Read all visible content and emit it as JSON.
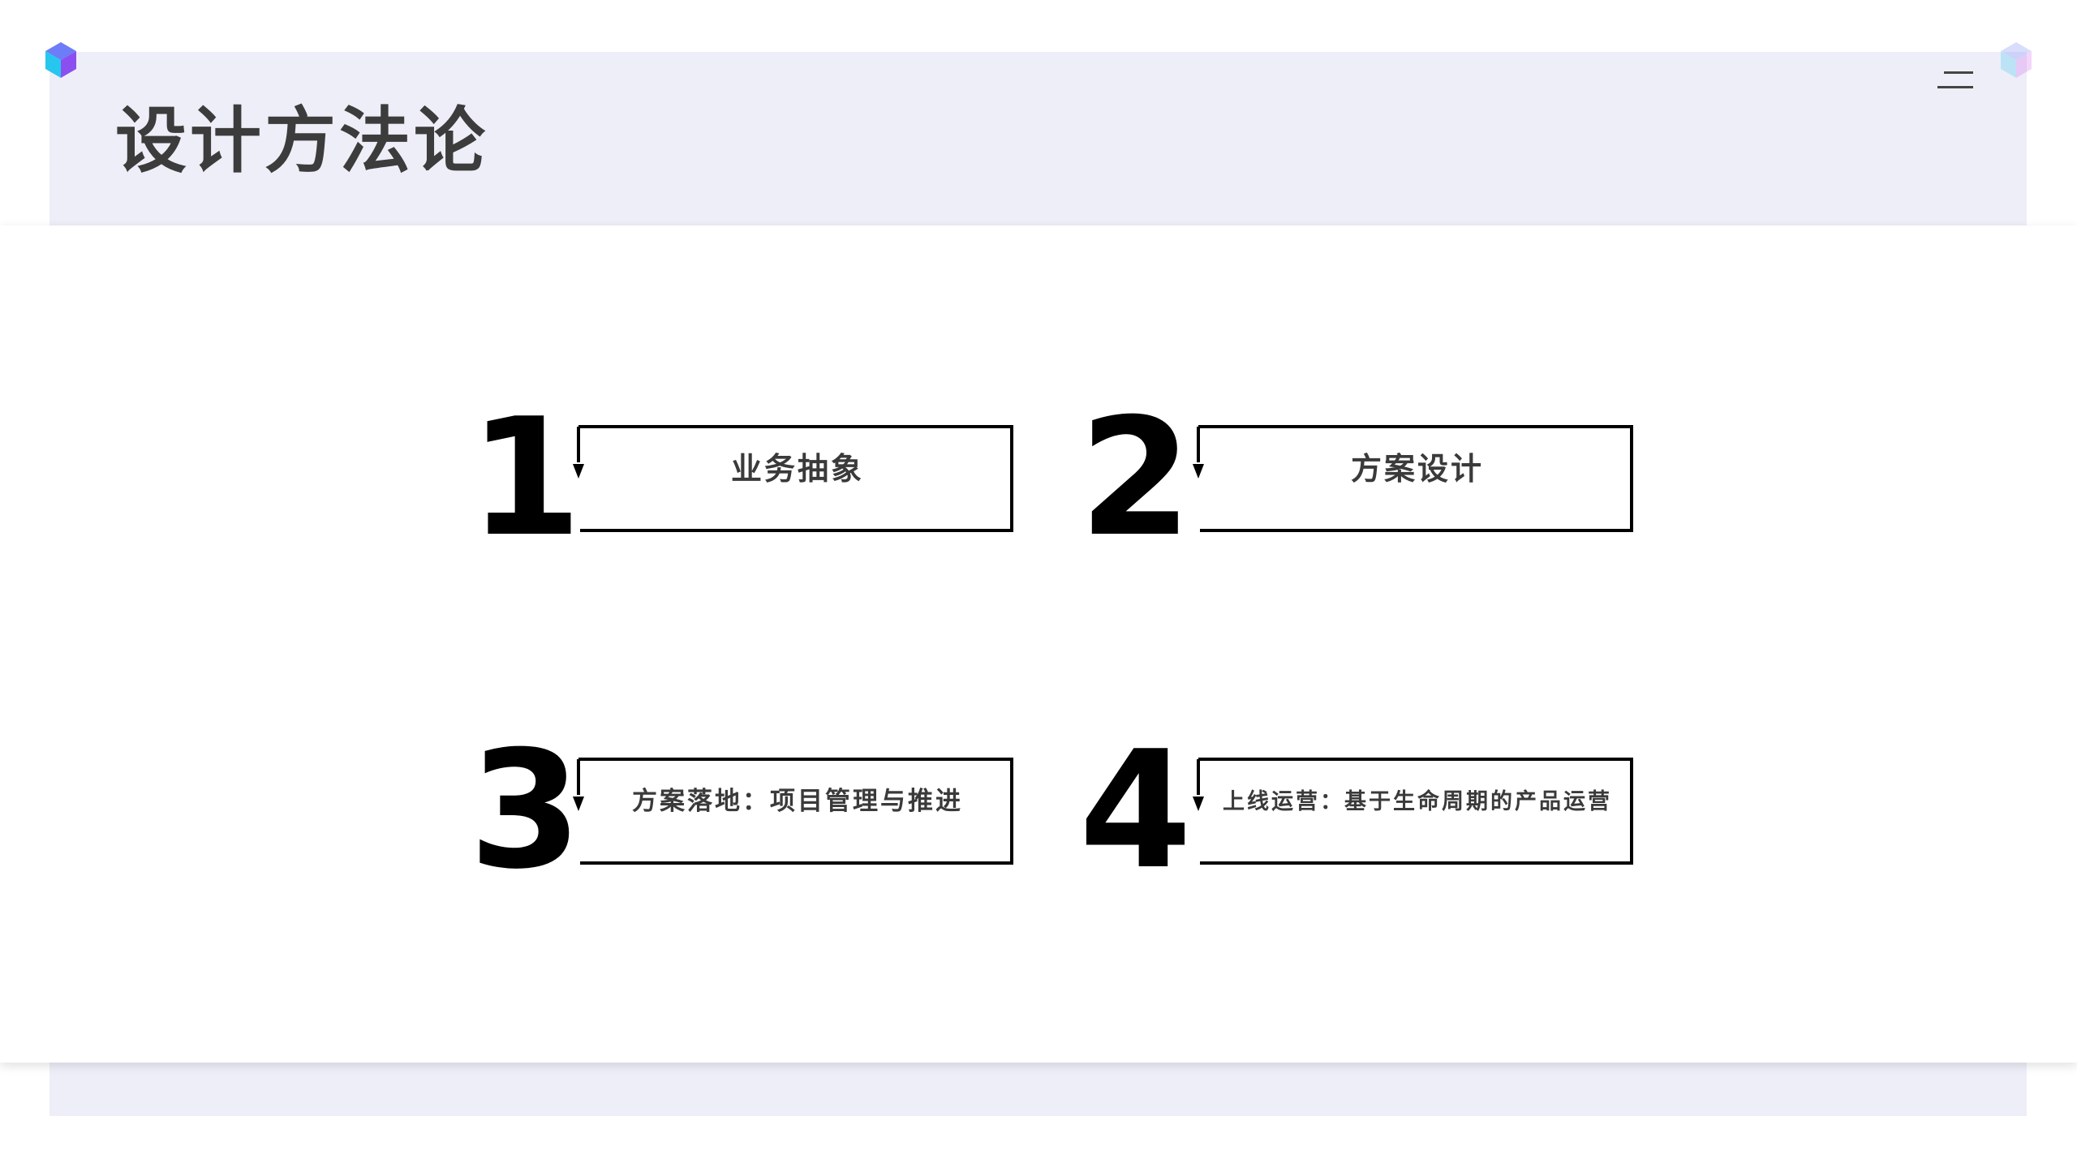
{
  "slide": {
    "title": "设计方法论"
  },
  "steps": [
    {
      "number": "1",
      "label": "业务抽象"
    },
    {
      "number": "2",
      "label": "方案设计"
    },
    {
      "number": "3",
      "label": "方案落地：项目管理与推进"
    },
    {
      "number": "4",
      "label": "上线运营：基于生命周期的产品运营"
    }
  ],
  "icons": {
    "logo": "hexagon-logo-icon",
    "logo_faded": "hexagon-logo-icon",
    "menu": "menu-icon"
  },
  "colors": {
    "panel": "#eeeef8",
    "card": "#ffffff",
    "title": "#3c3c3c",
    "number": "#000000",
    "frame": "#000000",
    "logo_top": "#7b5cf5",
    "logo_side": "#27c6ee"
  }
}
